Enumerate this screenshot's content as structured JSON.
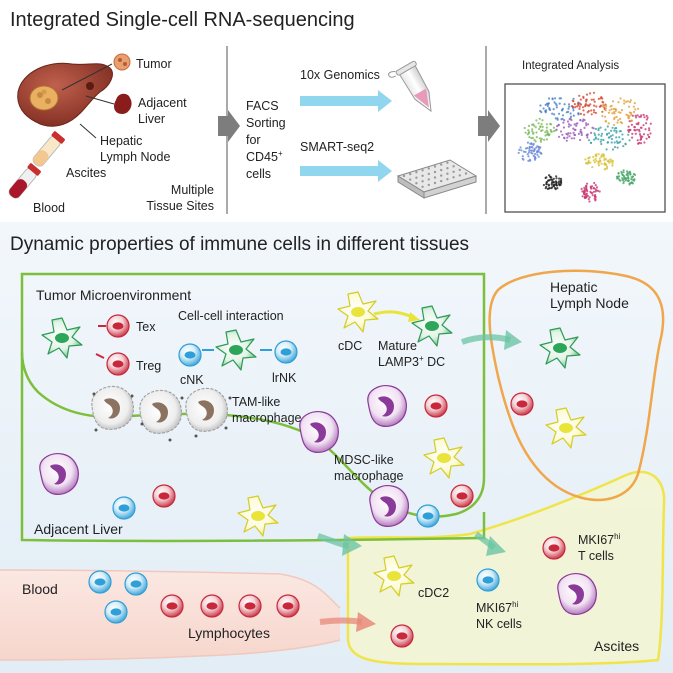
{
  "top_panel": {
    "title": "Integrated Single-cell RNA-sequencing",
    "labels": {
      "tumor": "Tumor",
      "adjacent_liver_l1": "Adjacent",
      "adjacent_liver_l2": "Liver",
      "hepatic_ln_l1": "Hepatic",
      "hepatic_ln_l2": "Lymph Node",
      "ascites": "Ascites",
      "blood": "Blood",
      "multiple_l1": "Multiple",
      "multiple_l2": "Tissue Sites"
    },
    "facs_lines": [
      "FACS",
      "Sorting",
      "for",
      "CD45",
      "cells"
    ],
    "facs_sup": "+",
    "tenx": "10x Genomics",
    "smartseq": "SMART-seq2",
    "integrated": "Integrated Analysis"
  },
  "bottom_panel": {
    "title": "Dynamic properties of immune cells in different tissues",
    "tme": "Tumor Microenvironment",
    "tex": "Tex",
    "treg": "Treg",
    "cci": "Cell-cell interaction",
    "cnk": "cNK",
    "lrnk": "lrNK",
    "cdc": "cDC",
    "mature_l1": "Mature",
    "mature_l2a": "LAMP3",
    "mature_sup": "+",
    "mature_l2b": " DC",
    "tam_l1": "TAM-like",
    "tam_l2": "macrophage",
    "mdsc_l1": "MDSC-like",
    "mdsc_l2": "macrophage",
    "adjacent_liver": "Adjacent Liver",
    "hepatic_l1": "Hepatic",
    "hepatic_l2": "Lymph Node",
    "mki67_t_l1a": "MKI67",
    "mki67_t_sup": "hi",
    "mki67_t_l2": "T cells",
    "cdc2": "cDC2",
    "mki67_nk_l1a": "MKI67",
    "mki67_nk_sup": "hi",
    "mki67_nk_l2": "NK cells",
    "blood": "Blood",
    "lymphocytes": "Lymphocytes",
    "ascites": "Ascites"
  },
  "colors": {
    "green_region": "#7cbf3c",
    "orange_region": "#f0a64a",
    "yellow_region": "#f0e44a",
    "red_cell": "#c8283a",
    "blue_cell": "#2e9fd8",
    "green_dc": "#2ea65a",
    "yellow_dc": "#e8e43a",
    "purple_macro": "#8a3a98",
    "arrow_teal": "#6cc4a4",
    "arrow_cyan": "#7fcde8"
  }
}
